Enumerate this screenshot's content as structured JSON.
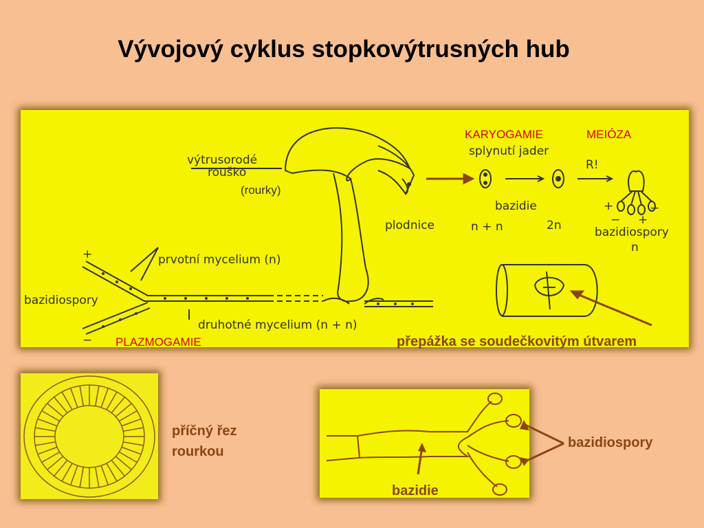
{
  "title": "Vývojový cyklus stopkovýtrusných hub",
  "main_diagram": {
    "stages": {
      "karyogamie": "KARYOGAMIE",
      "meioza": "MEIÓZA",
      "plazmogamie": "PLAZMOGAMIE"
    },
    "labels": {
      "vytrusorode_1": "výtrusorodé",
      "vytrusorode_2": "rouško",
      "rourky": "(rourky)",
      "splynuti": "splynutí jader",
      "r": "R!",
      "bazidie": "bazidie",
      "nn": "n + n",
      "two_n": "2n",
      "plodnice": "plodnice",
      "bazidiospory": "bazidiospory",
      "n": "n",
      "prvotni": "prvotní mycelium (n)",
      "bazidiospory_left": "bazidiospory",
      "druhotne": "druhotné mycelium (n + n)",
      "plus": "+",
      "minus": "−"
    },
    "septum_caption": "přepážka se soudečkovitým útvarem"
  },
  "cross_section": {
    "caption_line1": "příčný řez",
    "caption_line2": "rourkou"
  },
  "basidium_panel": {
    "bazidiospory": "bazidiospory",
    "bazidie": "bazidie"
  },
  "colors": {
    "background": "#f8bf92",
    "panel": "#f5f300",
    "stage_red": "#d8001a",
    "arrow_brown": "#8b4513"
  }
}
